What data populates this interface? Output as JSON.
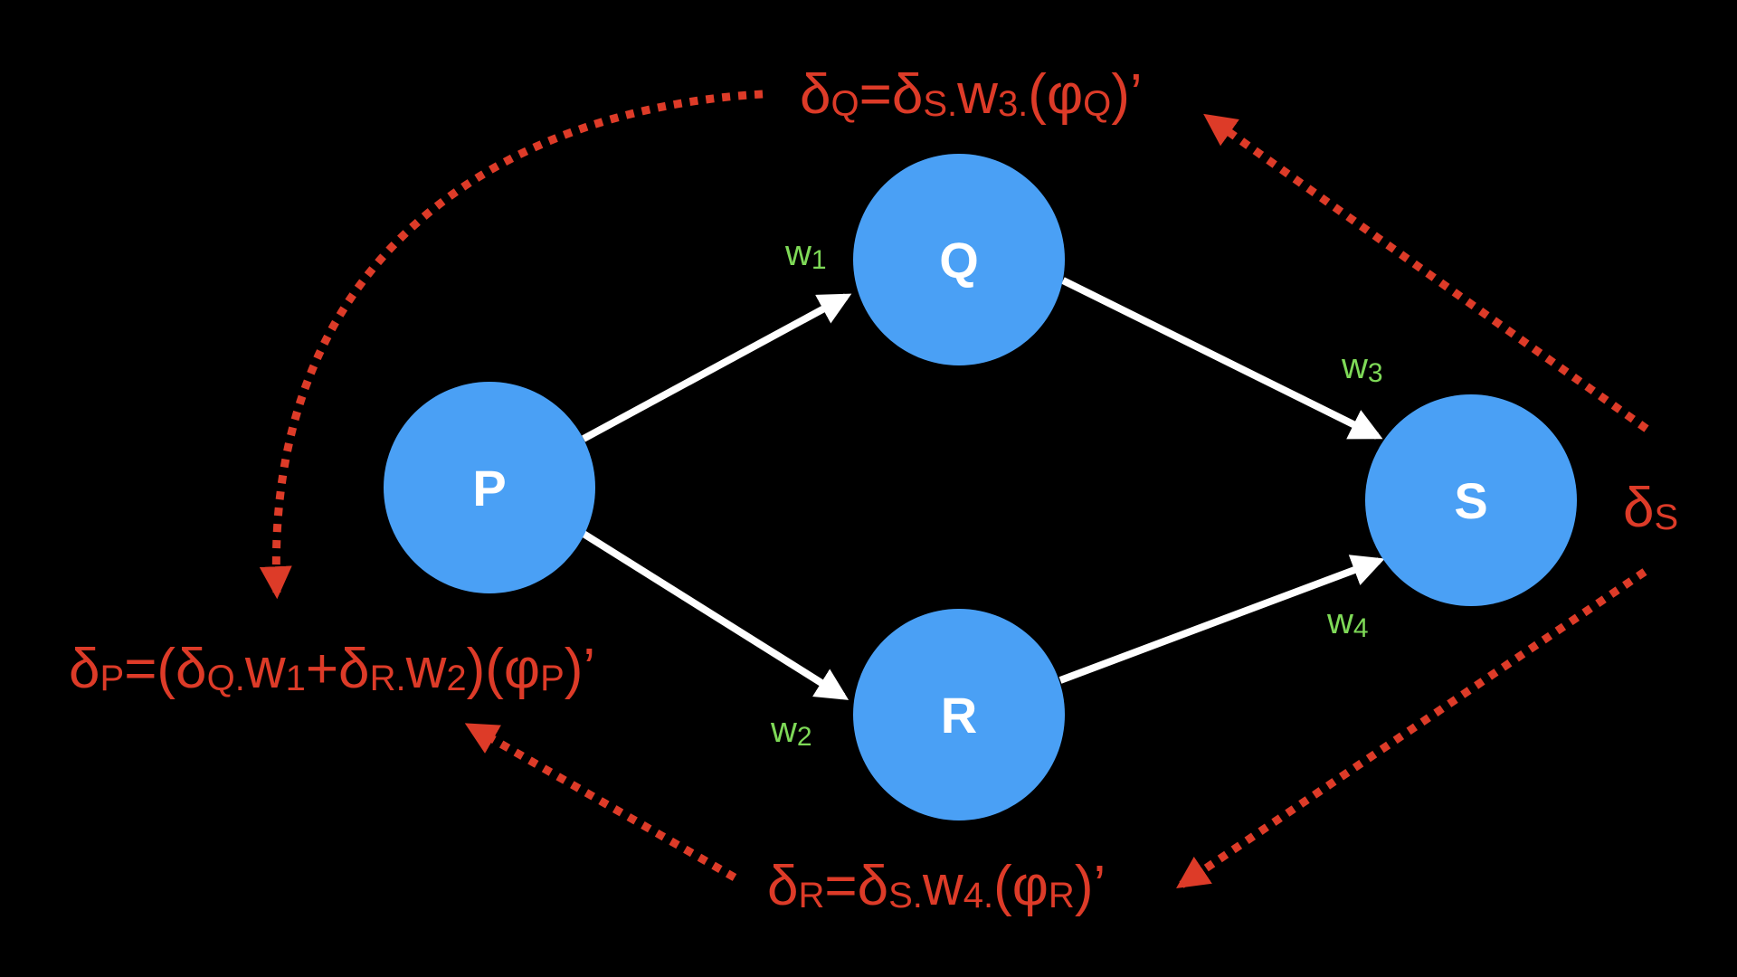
{
  "title": "Backpropagation of error deltas through a network P → Q, R → S",
  "colors": {
    "background": "#000000",
    "node_fill": "#4aa0f5",
    "node_text": "#ffffff",
    "edge": "#ffffff",
    "weight_text": "#7ed957",
    "delta": "#dd3b28"
  },
  "nodes": [
    {
      "id": "P",
      "label": "P"
    },
    {
      "id": "Q",
      "label": "Q"
    },
    {
      "id": "R",
      "label": "R"
    },
    {
      "id": "S",
      "label": "S"
    }
  ],
  "edges": [
    {
      "from": "P",
      "to": "Q",
      "weight": {
        "base": "w",
        "sub": "1"
      }
    },
    {
      "from": "P",
      "to": "R",
      "weight": {
        "base": "w",
        "sub": "2"
      }
    },
    {
      "from": "Q",
      "to": "S",
      "weight": {
        "base": "w",
        "sub": "3"
      }
    },
    {
      "from": "R",
      "to": "S",
      "weight": {
        "base": "w",
        "sub": "4"
      }
    }
  ],
  "deltas": {
    "S": {
      "base": "δ",
      "sub": "S"
    },
    "Q": {
      "parts": [
        {
          "t": "δ"
        },
        {
          "t": "Q",
          "sub": true
        },
        {
          "t": "=δ"
        },
        {
          "t": "S.",
          "sub": true
        },
        {
          "t": "w"
        },
        {
          "t": "3.",
          "sub": true
        },
        {
          "t": "(φ"
        },
        {
          "t": "Q",
          "sub": true
        },
        {
          "t": ")’"
        }
      ],
      "text": "δQ=δS.w3.(φQ)’"
    },
    "R": {
      "parts": [
        {
          "t": "δ"
        },
        {
          "t": "R",
          "sub": true
        },
        {
          "t": "=δ"
        },
        {
          "t": "S.",
          "sub": true
        },
        {
          "t": "w"
        },
        {
          "t": "4.",
          "sub": true
        },
        {
          "t": "(φ"
        },
        {
          "t": "R",
          "sub": true
        },
        {
          "t": ")’"
        }
      ],
      "text": "δR=δS.w4.(φR)’"
    },
    "P": {
      "parts": [
        {
          "t": "δ"
        },
        {
          "t": "P",
          "sub": true
        },
        {
          "t": "=(δ"
        },
        {
          "t": "Q.",
          "sub": true
        },
        {
          "t": "w"
        },
        {
          "t": "1",
          "sub": true
        },
        {
          "t": "+δ"
        },
        {
          "t": "R.",
          "sub": true
        },
        {
          "t": "w"
        },
        {
          "t": "2",
          "sub": true
        },
        {
          "t": ")(φ"
        },
        {
          "t": "P",
          "sub": true
        },
        {
          "t": ")’"
        }
      ],
      "text": "δP=(δQ.w1+δR.w2)(φP)’"
    }
  },
  "backprop_flows": [
    {
      "from": "δS",
      "to": "δQ"
    },
    {
      "from": "δS",
      "to": "δR"
    },
    {
      "from": "δQ",
      "to": "δP"
    },
    {
      "from": "δR",
      "to": "δP"
    }
  ]
}
